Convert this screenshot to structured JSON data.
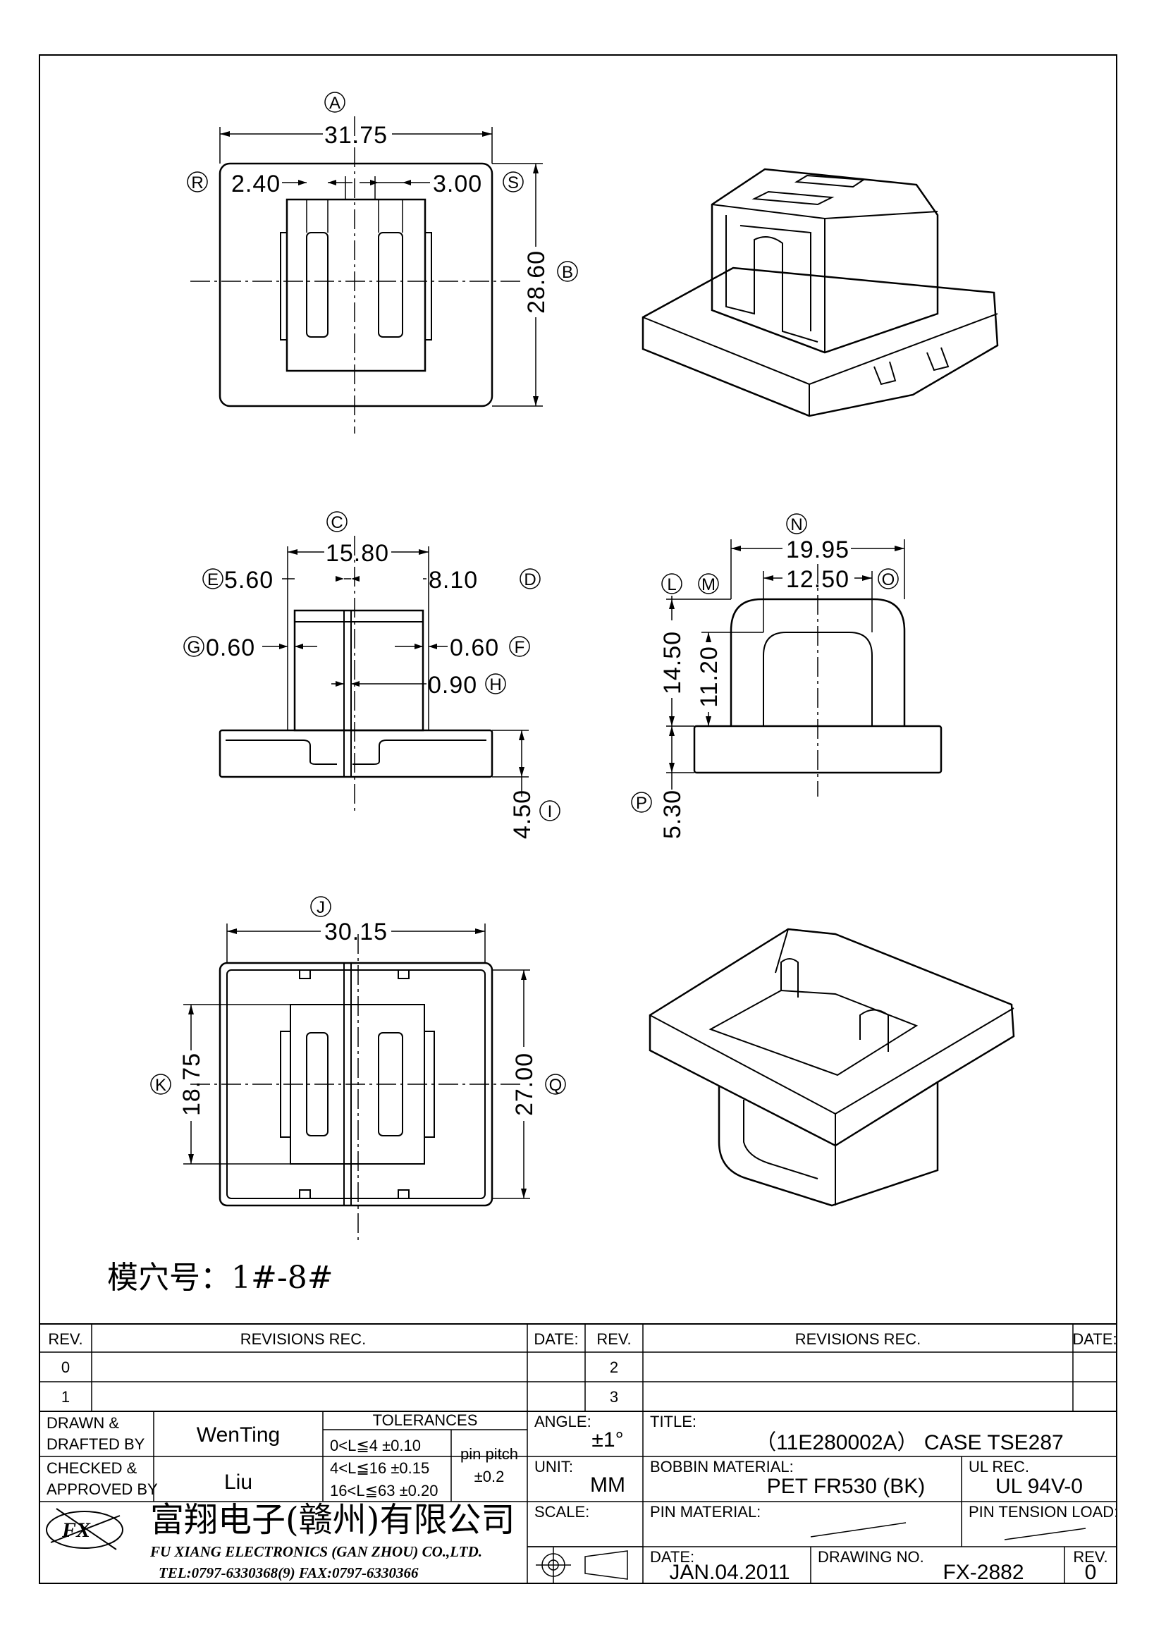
{
  "views": {
    "top": {
      "A": "A",
      "A_val": "31.75",
      "R": "R",
      "R_val": "2.40",
      "S": "S",
      "S_val": "3.00",
      "B": "B",
      "B_val": "28.60"
    },
    "front": {
      "C": "C",
      "C_val": "15.80",
      "E": "E",
      "E_val": "5.60",
      "D": "D",
      "D_val": "8.10",
      "G": "G",
      "G_val": "0.60",
      "F": "F",
      "F_val": "0.60",
      "H": "H",
      "H_val": "0.90",
      "I": "I",
      "I_val": "4.50"
    },
    "side": {
      "N": "N",
      "N_val": "19.95",
      "L": "L",
      "M": "M",
      "O": "O",
      "O_val": "12.50",
      "L_val": "14.50",
      "M_val": "11.20",
      "P": "P",
      "P_val": "5.30"
    },
    "bottom": {
      "J": "J",
      "J_val": "30.15",
      "K": "K",
      "K_val": "18.75",
      "Q": "Q",
      "Q_val": "27.00"
    }
  },
  "cavity_note": "模穴号：1#-8#",
  "revisions": {
    "rev_header": "REV.",
    "revisions_header": "REVISIONS   REC.",
    "date_header": "DATE:",
    "rows_left": [
      "0",
      "1"
    ],
    "rows_right": [
      "2",
      "3"
    ]
  },
  "title_block": {
    "drawn_label_1": "DRAWN  &",
    "drawn_label_2": "DRAFTED BY",
    "drawn_value": "WenTing",
    "checked_label_1": "CHECKED  &",
    "checked_label_2": "APPROVED BY",
    "checked_value": "Liu",
    "tolerances_label": "TOLERANCES",
    "tol_rows": [
      "0<L≦4    ±0.10",
      "4<L≦16  ±0.15",
      "16<L≦63  ±0.20"
    ],
    "pin_pitch_label": "pin  pitch",
    "pin_pitch_value": "±0.2",
    "angle_label": "ANGLE:",
    "angle_value": "±1°",
    "unit_label": "UNIT:",
    "unit_value": "MM",
    "scale_label": "SCALE:",
    "title_label": "TITLE:",
    "title_value": "（11E280002A） CASE  TSE287",
    "bobbin_material_label": "BOBBIN  MATERIAL:",
    "bobbin_material_value": "PET   FR530 (BK)",
    "ul_rec_label": "UL  REC.",
    "ul_rec_value": "UL  94V-0",
    "pin_material_label": "PIN  MATERIAL:",
    "pin_tension_label": "PIN  TENSION  LOAD:",
    "date_label": "DATE:",
    "date_value": "JAN.04.2011",
    "drawing_no_label": "DRAWING  NO.",
    "drawing_no_value": "FX-2882",
    "rev_label": "REV.",
    "rev_value": "0",
    "company_cn": "富翔电子(赣州)有限公司",
    "company_en": "FU XIANG ELECTRONICS (GAN ZHOU) CO.,LTD.",
    "company_tel": "TEL:0797-6330368(9)    FAX:0797-6330366"
  }
}
